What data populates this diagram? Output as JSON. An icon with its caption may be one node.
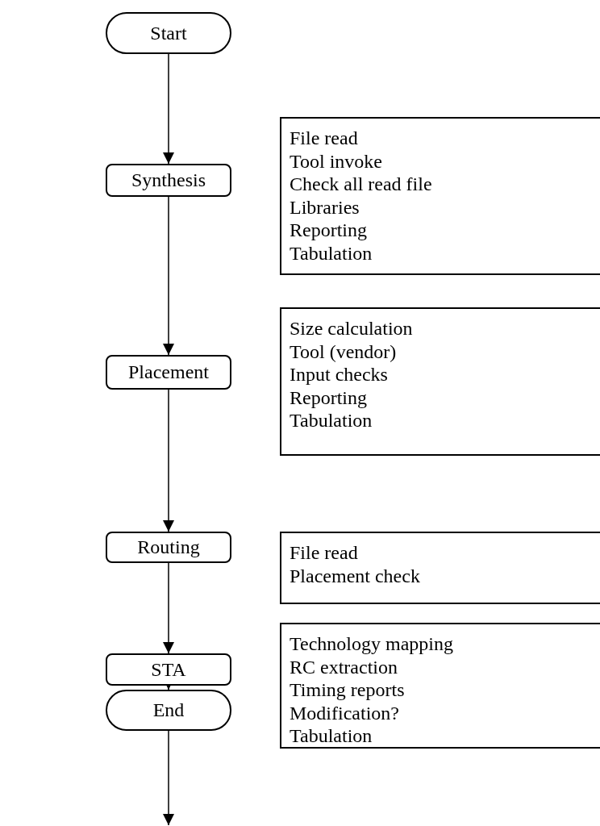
{
  "diagram": {
    "nodes": [
      {
        "text": [
          "Start"
        ]
      },
      {
        "text": [
          "Synthesis"
        ]
      },
      {
        "text": [
          "File read",
          "Tool invoke",
          "Check all read file",
          "Libraries",
          "Reporting",
          "Tabulation"
        ]
      },
      {
        "text": [
          "Placement"
        ]
      },
      {
        "text": [
          "Size calculation",
          "Tool (vendor)",
          "Input checks",
          "Reporting",
          "Tabulation"
        ]
      },
      {
        "text": [
          "Routing"
        ]
      },
      {
        "text": [
          "File read",
          "Placement check"
        ]
      },
      {
        "text": [
          "STA"
        ]
      },
      {
        "text": [
          "Technology mapping",
          "RC extraction",
          "Timing reports",
          "Modification?",
          "Tabulation"
        ]
      },
      {
        "text": [
          "End"
        ]
      }
    ],
    "edges": [
      {
        "from": 0,
        "to": 1,
        "arrow": "to"
      },
      {
        "from": 1,
        "to": 3,
        "arrow": "to"
      },
      {
        "from": 3,
        "to": 5,
        "arrow": "to"
      },
      {
        "from": 5,
        "to": 7,
        "arrow": "to"
      },
      {
        "from": 7,
        "to": 9,
        "arrow": "to"
      },
      {
        "from": 9,
        "to": null,
        "arrow": "to"
      }
    ]
  }
}
